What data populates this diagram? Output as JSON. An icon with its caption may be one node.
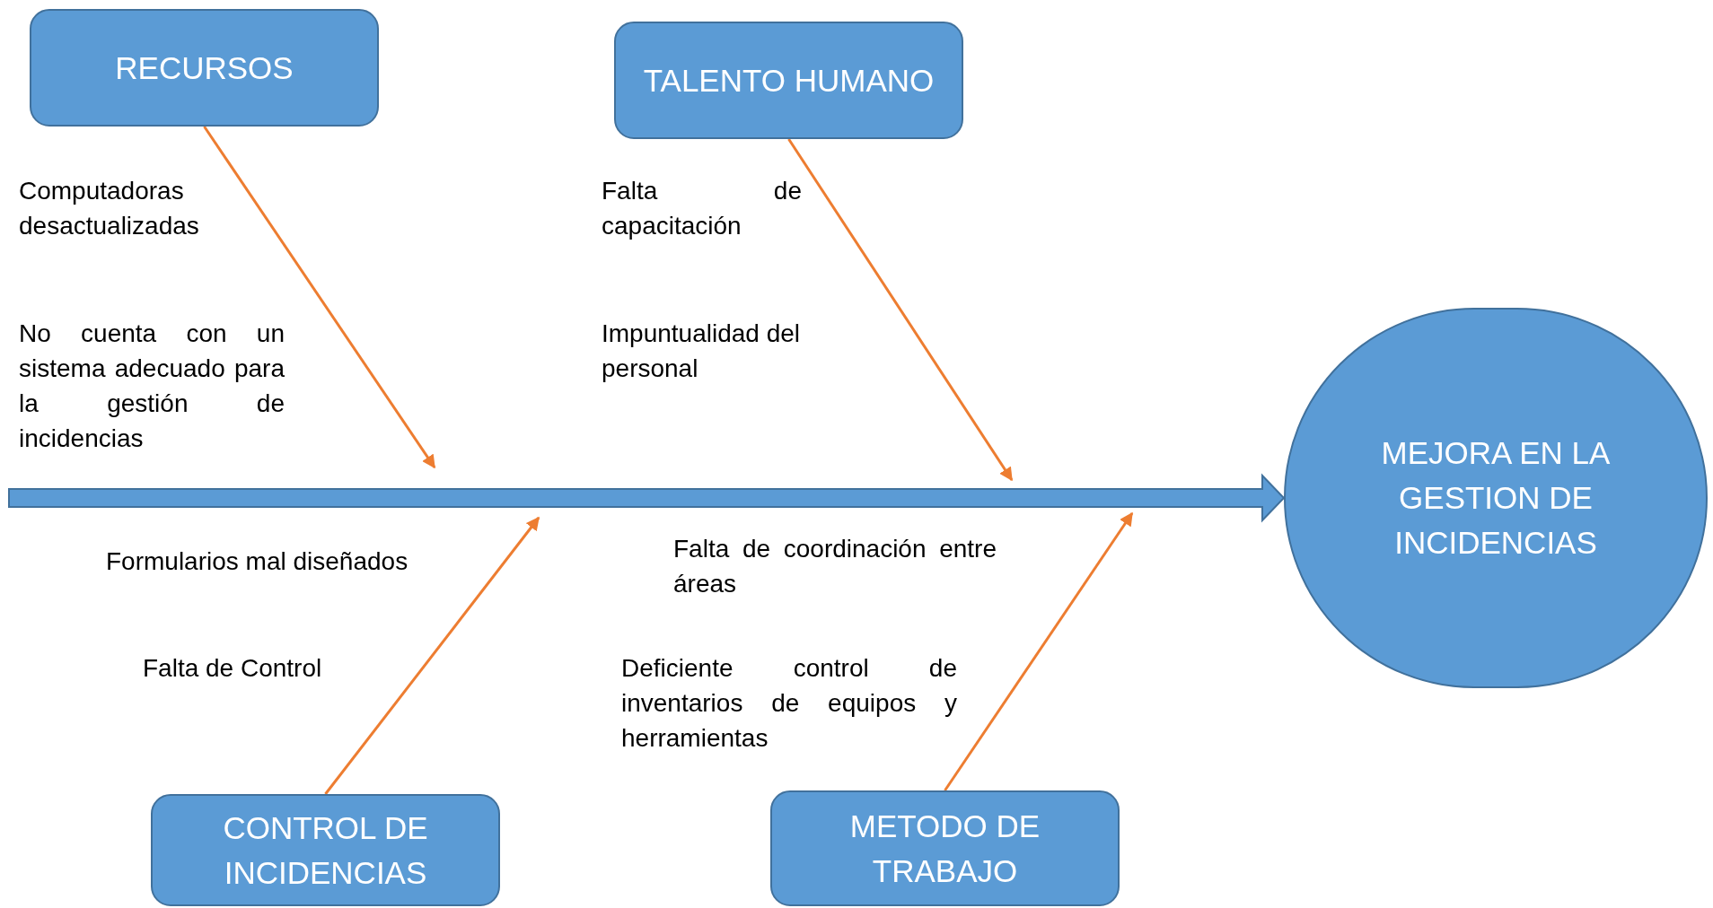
{
  "diagram": {
    "nodes": [
      {
        "text": [
          "RECURSOS"
        ]
      },
      {
        "text": [
          "TALENTO HUMANO"
        ]
      },
      {
        "text": [
          "MEJORA EN LA GESTION DE INCIDENCIAS"
        ]
      },
      {
        "text": [
          "CONTROL DE INCIDENCIAS"
        ]
      },
      {
        "text": [
          "METODO DE TRABAJO"
        ]
      }
    ],
    "edges": [
      {
        "from": 0,
        "to": null,
        "arrow": "to"
      },
      {
        "from": 1,
        "to": null,
        "arrow": "to"
      },
      {
        "from": 3,
        "to": null,
        "arrow": "to"
      },
      {
        "from": 4,
        "to": null,
        "arrow": "to"
      },
      {
        "from": null,
        "to": 2,
        "arrow": "to",
        "style": "thick",
        "color": "#5b9bd5"
      }
    ],
    "labels": [
      "Computadoras desactualizadas",
      "No cuenta con un sistema adecuado para la gestión de incidencias",
      "Falta de capacitación",
      "Impuntualidad del personal",
      "Formularios mal diseñados",
      "Falta de Control",
      "Falta de coordinación entre áreas",
      "Deficiente control de inventarios de equipos y herramientas"
    ]
  }
}
